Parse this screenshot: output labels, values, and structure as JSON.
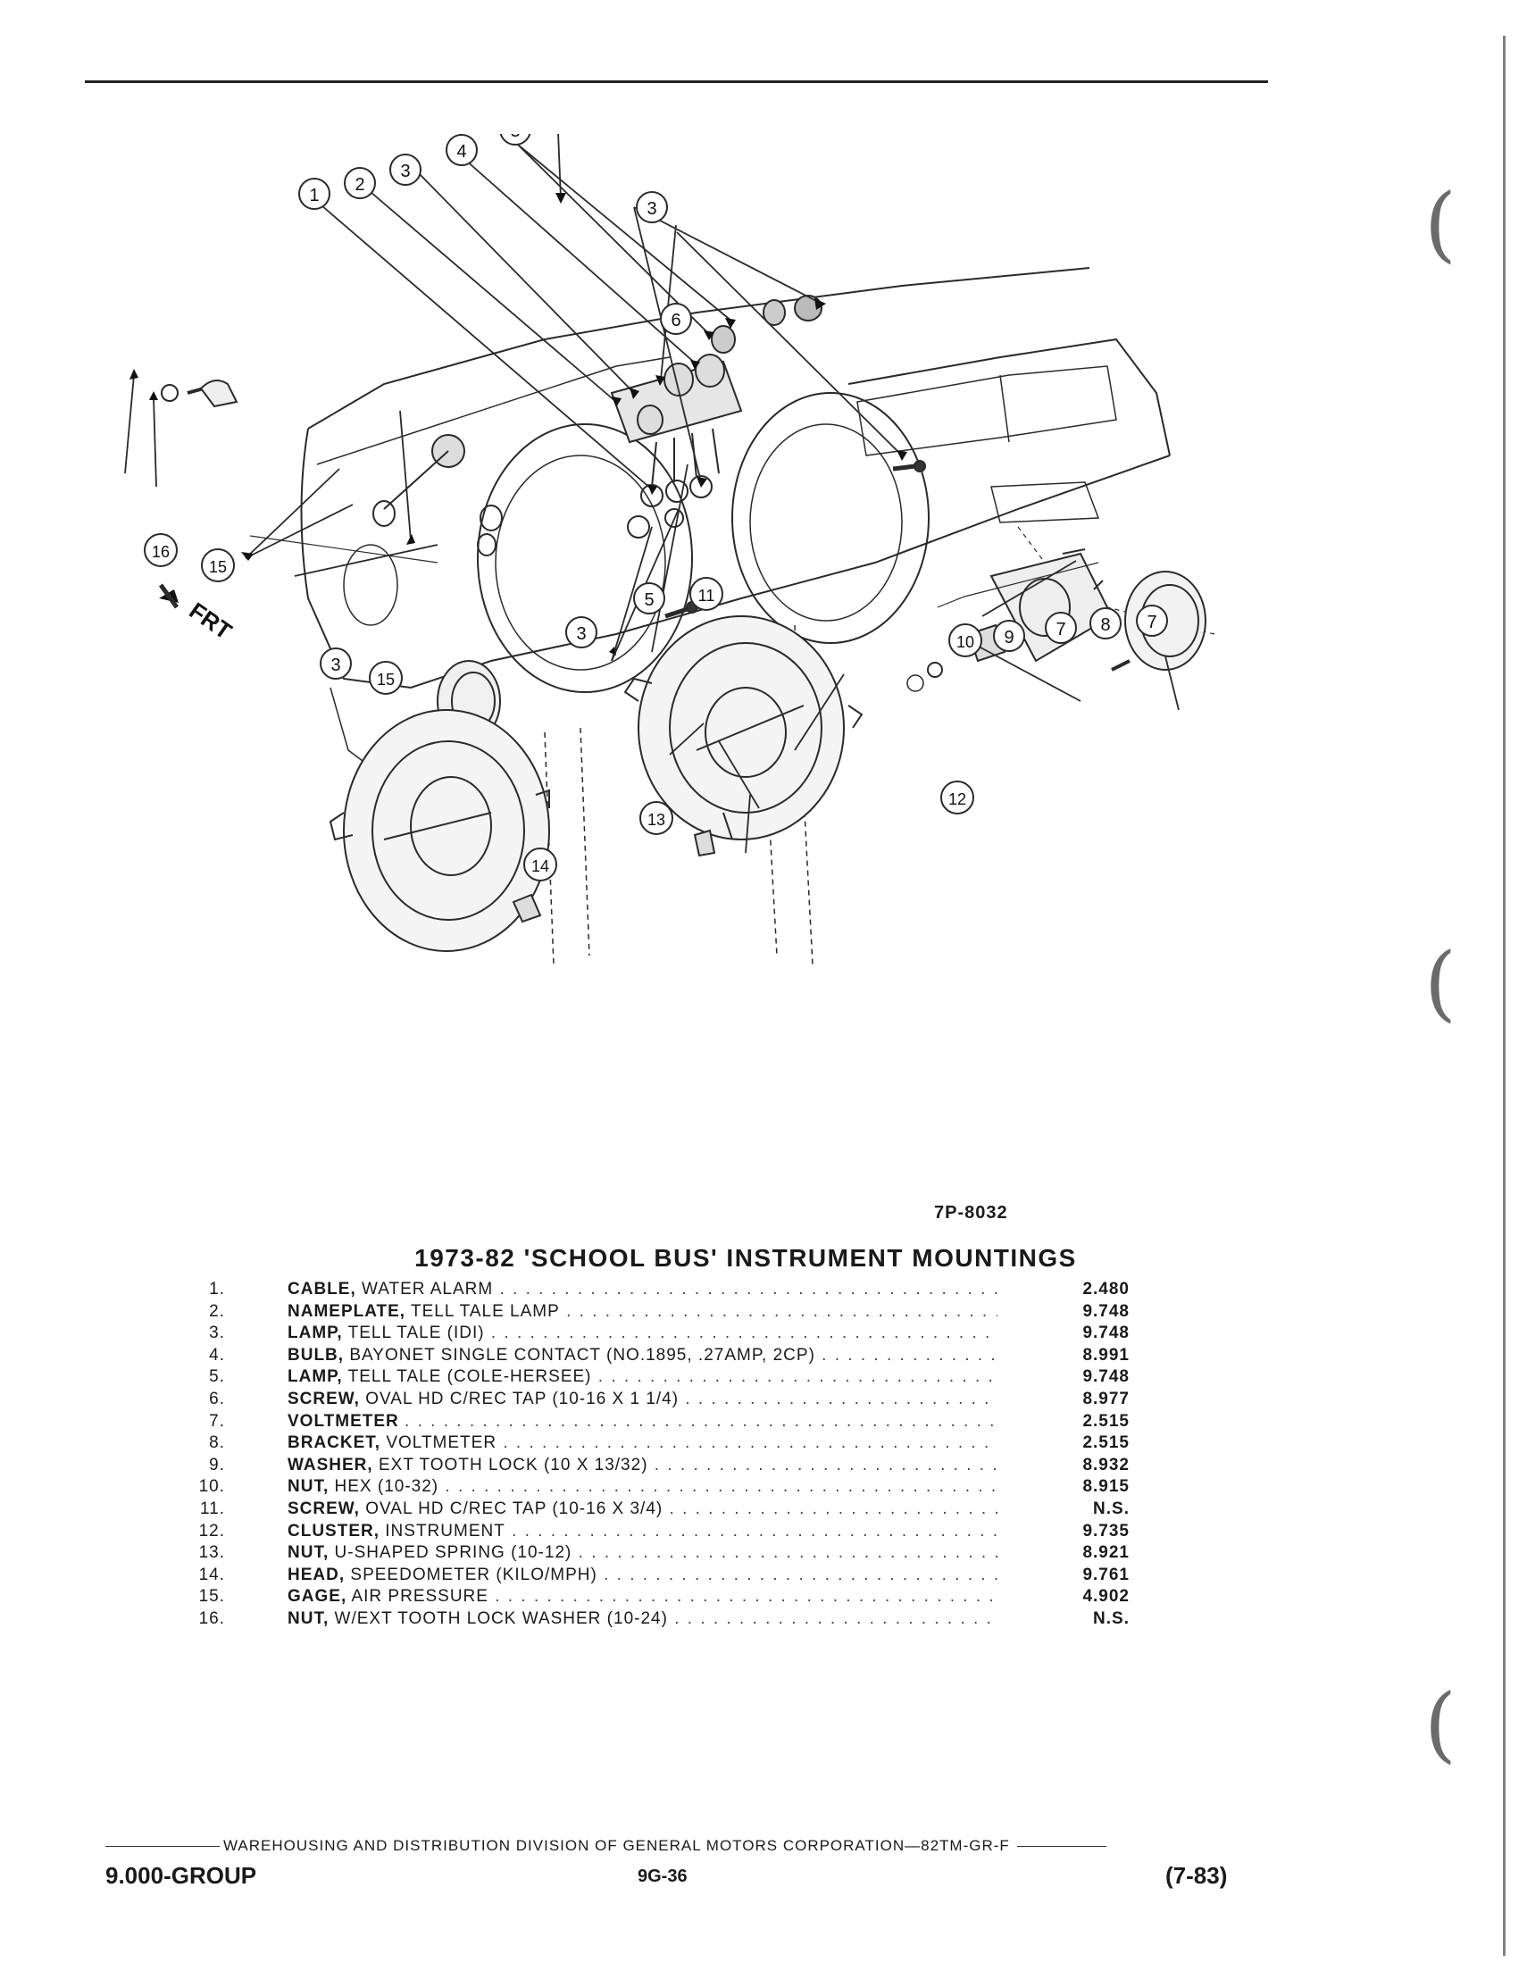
{
  "figure": {
    "code": "7P-8032",
    "direction_label": "FRT",
    "callouts": [
      "1",
      "2",
      "3",
      "4",
      "5",
      "6",
      "7",
      "8",
      "9",
      "10",
      "11",
      "12",
      "13",
      "14",
      "15",
      "16"
    ]
  },
  "title": "1973-82 'SCHOOL BUS' INSTRUMENT MOUNTINGS",
  "parts": [
    {
      "num": "1.",
      "name": "CABLE,",
      "desc": "WATER ALARM",
      "group": "2.480"
    },
    {
      "num": "2.",
      "name": "NAMEPLATE,",
      "desc": "TELL TALE LAMP",
      "group": "9.748"
    },
    {
      "num": "3.",
      "name": "LAMP,",
      "desc": "TELL TALE (IDI)",
      "group": "9.748"
    },
    {
      "num": "4.",
      "name": "BULB,",
      "desc": "BAYONET SINGLE CONTACT (NO.1895, .27AMP, 2CP)",
      "group": "8.991"
    },
    {
      "num": "5.",
      "name": "LAMP,",
      "desc": "TELL TALE (COLE-HERSEE)",
      "group": "9.748"
    },
    {
      "num": "6.",
      "name": "SCREW,",
      "desc": "OVAL HD C/REC TAP (10-16 X 1 1/4)",
      "group": "8.977"
    },
    {
      "num": "7.",
      "name": "VOLTMETER",
      "desc": "",
      "group": "2.515"
    },
    {
      "num": "8.",
      "name": "BRACKET,",
      "desc": "VOLTMETER",
      "group": "2.515"
    },
    {
      "num": "9.",
      "name": "WASHER,",
      "desc": "EXT TOOTH LOCK (10 X 13/32)",
      "group": "8.932"
    },
    {
      "num": "10.",
      "name": "NUT,",
      "desc": "HEX (10-32)",
      "group": "8.915"
    },
    {
      "num": "11.",
      "name": "SCREW,",
      "desc": "OVAL HD C/REC TAP (10-16 X 3/4)",
      "group": "N.S."
    },
    {
      "num": "12.",
      "name": "CLUSTER,",
      "desc": "INSTRUMENT",
      "group": "9.735"
    },
    {
      "num": "13.",
      "name": "NUT,",
      "desc": "U-SHAPED SPRING (10-12)",
      "group": "8.921"
    },
    {
      "num": "14.",
      "name": "HEAD,",
      "desc": "SPEEDOMETER (KILO/MPH)",
      "group": "9.761"
    },
    {
      "num": "15.",
      "name": "GAGE,",
      "desc": "AIR PRESSURE",
      "group": "4.902"
    },
    {
      "num": "16.",
      "name": "NUT,",
      "desc": "W/EXT TOOTH LOCK WASHER (10-24)",
      "group": "N.S."
    }
  ],
  "footer": {
    "division_line": "WAREHOUSING AND DISTRIBUTION DIVISION OF GENERAL MOTORS CORPORATION—82TM-GR-F",
    "group": "9.000-GROUP",
    "page": "9G-36",
    "date": "(7-83)"
  }
}
